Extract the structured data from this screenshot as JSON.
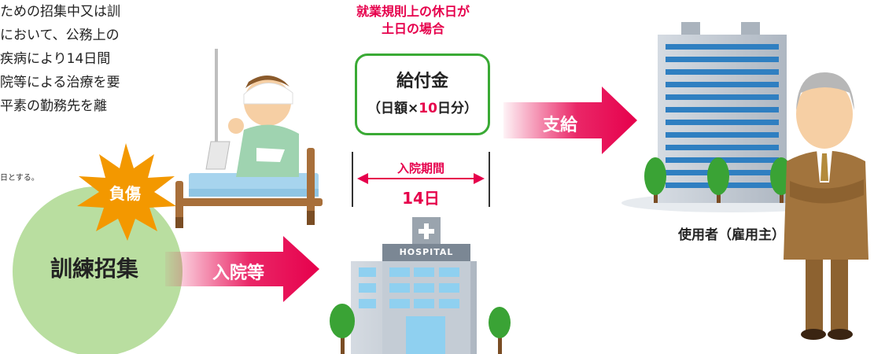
{
  "intro_lines": [
    "ための招集中又は訓",
    "において、公務上の",
    "疾病により14日間",
    "院等による治療を要",
    "平素の勤務先を離"
  ],
  "note": "日とする。",
  "condition_lines": [
    "就業規則上の休日が",
    "土日の場合"
  ],
  "benefit": {
    "title": "給付金",
    "sub_prefix": "（日額×",
    "sub_number": "10",
    "sub_suffix": "日分）"
  },
  "period": {
    "label": "入院期間",
    "days": "14日"
  },
  "arrows": {
    "pay": "支給",
    "admission": "入院等"
  },
  "training_call": "訓練招集",
  "injury": "負傷",
  "hospital_sign": "HOSPITAL",
  "employer": "使用者（雇用主）",
  "colors": {
    "accent_red": "#e6004c",
    "frame_green": "#3aaa35",
    "circle_green": "#b9dea0",
    "burst_orange": "#f39800",
    "building_blue": "#2f7fc1"
  }
}
